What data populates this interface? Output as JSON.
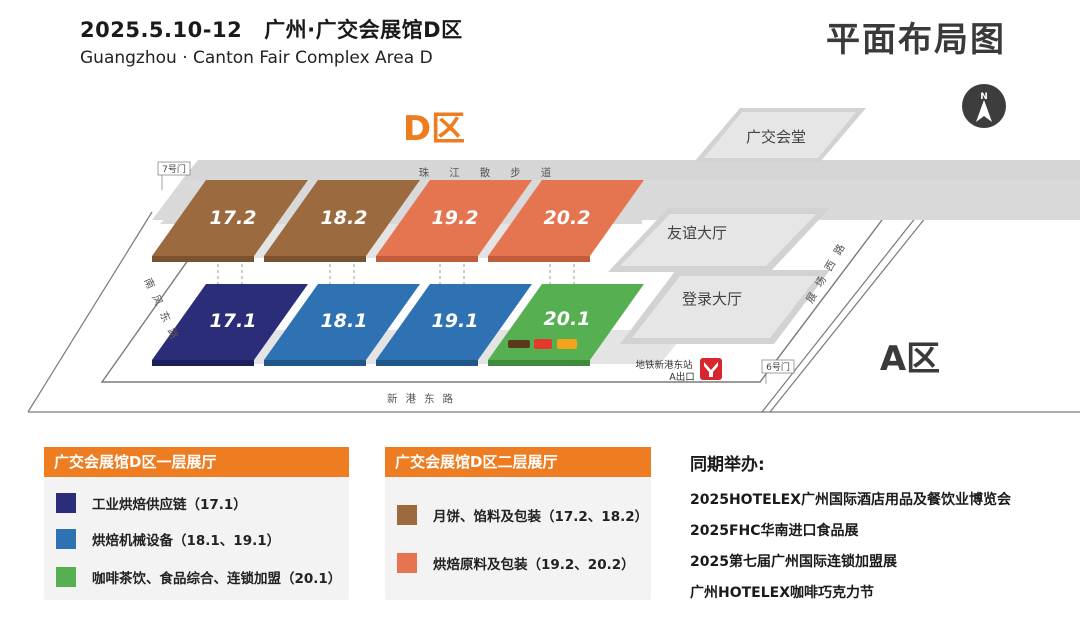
{
  "header": {
    "date": "2025.5.10-12",
    "venue": "广州·广交会展馆D区",
    "subtitle_en": "Guangzhou · Canton Fair Complex Area D",
    "map_title": "平面布局图"
  },
  "map": {
    "zone_d_label": "D区",
    "zone_a_label": "A区",
    "compass_letter": "N",
    "gate_7": "7号门",
    "gate_6": "6号门",
    "promenade": "珠江散步道",
    "road_west": "南风东路",
    "road_east": "展场西路",
    "road_south": "新港东路",
    "hall_canton_fair": "广交会堂",
    "hall_friendship": "友谊大厅",
    "hall_registration": "登录大厅",
    "metro_station": "地铁新港东站",
    "metro_exit": "A出口",
    "halls_upper": [
      "17.2",
      "18.2",
      "19.2",
      "20.2"
    ],
    "halls_lower": [
      "17.1",
      "18.1",
      "19.1",
      "20.1"
    ]
  },
  "colors": {
    "brown": "#9b6a3f",
    "orange_hall": "#e47550",
    "navy": "#2b2d78",
    "blue": "#2e72b4",
    "green": "#56b051",
    "accent": "#ee7d22",
    "gray_floor": "#d9d9d9"
  },
  "legend_floor1": {
    "title": "广交会展馆D区一层展厅",
    "items": [
      {
        "label": "工业烘焙供应链（17.1）",
        "color": "#2b2d78"
      },
      {
        "label": "烘焙机械设备（18.1、19.1）",
        "color": "#2e72b4"
      },
      {
        "label": "咖啡茶饮、食品综合、连锁加盟（20.1）",
        "color": "#56b051"
      }
    ]
  },
  "legend_floor2": {
    "title": "广交会展馆D区二层展厅",
    "items": [
      {
        "label": "月饼、馅料及包装（17.2、18.2）",
        "color": "#9b6a3f"
      },
      {
        "label": "烘焙原料及包装（19.2、20.2）",
        "color": "#e47550"
      }
    ]
  },
  "concurrent": {
    "title": "同期举办:",
    "items": [
      "2025HOTELEX广州国际酒店用品及餐饮业博览会",
      "2025FHC华南进口食品展",
      "2025第七届广州国际连锁加盟展",
      "广州HOTELEX咖啡巧克力节"
    ]
  }
}
